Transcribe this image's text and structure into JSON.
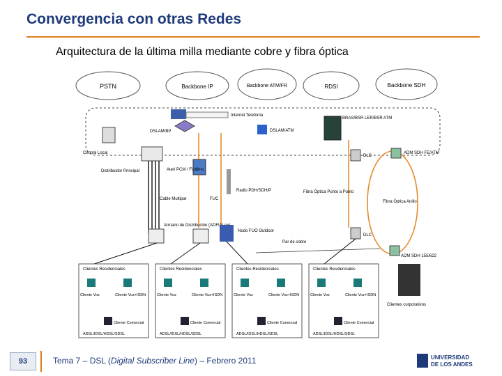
{
  "header": {
    "title": "Convergencia con otras Redes",
    "subtitle": "Arquitectura de la última milla mediante cobre y fibra óptica"
  },
  "diagram": {
    "clouds": {
      "pstn": "PSTN",
      "backbone_ip": "Backbone IP",
      "backbone_atm": "Backbone ATM/FR",
      "rdsi": "RDSI",
      "backbone_sdh": "Backbone SDH"
    },
    "labels": {
      "internet_telefonia": "Internet Telefonía",
      "central_local": "Central Local",
      "distribuidor": "Distribuidor Principal",
      "cable_multipar": "Cable Multipar",
      "fuc": "FUC",
      "armario": "Armario de Distribución (ADFIALex)",
      "ateri": "Ateri PCM / Fiultimo",
      "radio_pdh": "Radio PDH/SDH/P",
      "nodo_fuo": "Nodo FUO Outdoor",
      "punto_cobre": "Par de cobre",
      "dslam": "DSLAM/BP",
      "dslam_atm": "DSLAM/ATM",
      "dlc_top": "DLC",
      "dlc_bottom": "DLC",
      "fibra_punto": "Fibra Óptica Punto a Punto",
      "fibra_anillo": "Fibra Óptica Anillo",
      "adm_top": "ADM SDH FE/ATM",
      "adm_bottom": "ADM SDH 155/622",
      "bras": "BRAS/BSR LER/BSR ATM",
      "clientes_corporativos": "Clientes corporativos"
    },
    "client_boxes": [
      {
        "title": "Clientes Residenciales",
        "voz": "Cliente Voz",
        "datos": "Cliente Voz+ISDN",
        "comercial": "Cliente Comercial",
        "footer": "ADSL/IDSL/HDSL/SDSL"
      },
      {
        "title": "Clientes Residenciales",
        "voz": "Cliente Voz",
        "datos": "Cliente Voz+ISDN",
        "comercial": "Cliente Comercial",
        "footer": "ADSL/IDSL/HDSL/SDSL"
      },
      {
        "title": "Clientes Residenciales",
        "voz": "Cliente Voz",
        "datos": "Cliente Voz+ISDN",
        "comercial": "Cliente Comercial",
        "footer": "ADSL/IDSL/HDSL/SDSL"
      },
      {
        "title": "Clientes Residenciales",
        "voz": "Cliente Voz",
        "datos": "Cliente Voz+ISDN",
        "comercial": "Cliente Comercial",
        "footer": "ADSL/IDSL/HDSL/SDSL"
      }
    ]
  },
  "footer": {
    "page_number": "93",
    "text_prefix": "Tema 7 – DSL (",
    "text_italic": "Digital Subscriber Line",
    "text_suffix": ") – Febrero 2011",
    "logo_line1": "UNIVERSIDAD",
    "logo_line2": "DE LOS ANDES"
  },
  "colors": {
    "title": "#1f3a7a",
    "accent": "#e07b1a",
    "fiber": "#e88a2a"
  }
}
